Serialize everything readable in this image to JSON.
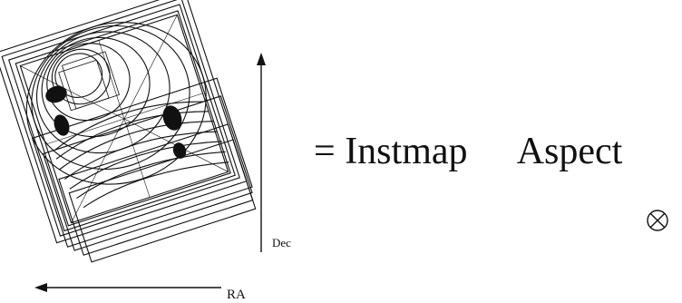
{
  "equation": {
    "equals": "=",
    "term_1": "Instmap",
    "term_2": "Aspect",
    "operator_icon": "circled-times-icon"
  },
  "axes": {
    "dec_label": "Dec",
    "ra_label": "RA"
  },
  "image": {
    "icon": "rotated-instrument-map-with-spiral-exposure-tracks"
  }
}
